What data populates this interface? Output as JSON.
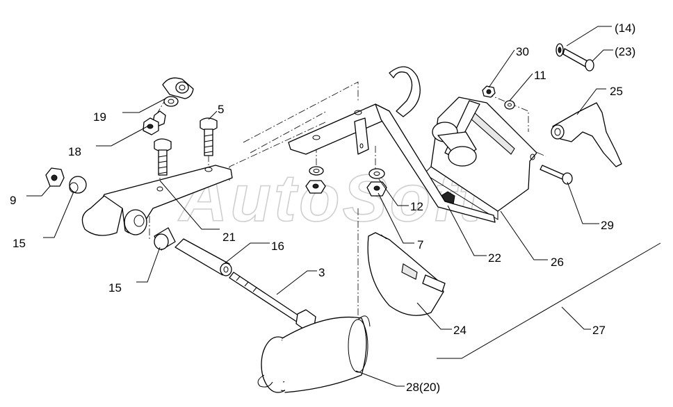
{
  "watermark": "AutoSoft",
  "labels": {
    "l14": "(14)",
    "l23": "(23)",
    "l30": "30",
    "l11": "11",
    "l25": "25",
    "l19": "19",
    "l5": "5",
    "l18": "18",
    "l9": "9",
    "l15a": "15",
    "l21": "21",
    "l16": "16",
    "l15b": "15",
    "l3": "3",
    "l12": "12",
    "l7": "7",
    "l22": "22",
    "l26": "26",
    "l29": "29",
    "l24": "24",
    "l27": "27",
    "l28": "28(20)"
  }
}
